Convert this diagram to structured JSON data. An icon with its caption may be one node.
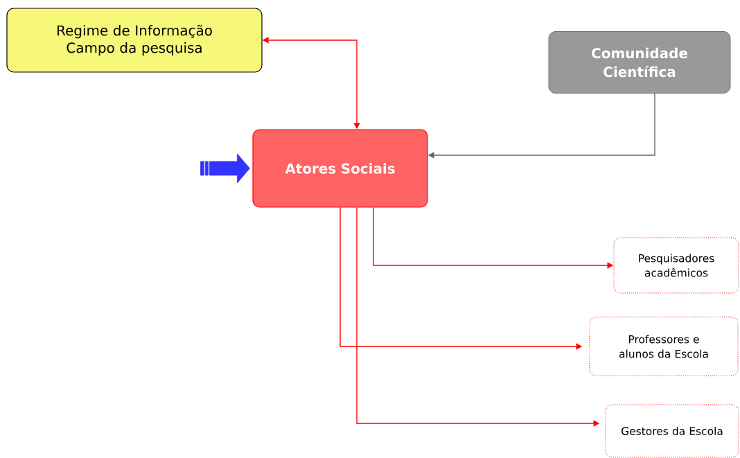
{
  "diagram": {
    "nodes": [
      {
        "text": [
          "Regime de Informação",
          "Campo da pesquisa"
        ]
      },
      {
        "text": [
          "Atores Sociais"
        ]
      },
      {
        "text": [
          "Comunidade Científica"
        ]
      },
      {
        "text": [
          "Pesquisadores acadêmicos"
        ]
      },
      {
        "text": [
          "Professores e alunos da Escola"
        ]
      },
      {
        "text": [
          "Gestores da Escola"
        ]
      }
    ],
    "edges": [
      {
        "from": null,
        "to": 1,
        "arrow": "to",
        "style": "thick",
        "color": "#3333ff"
      },
      {
        "from": 1,
        "to": 0,
        "arrow": "both"
      },
      {
        "from": 2,
        "to": 1,
        "arrow": "to",
        "color": "#666666"
      },
      {
        "from": 1,
        "to": 3,
        "arrow": "to"
      },
      {
        "from": 1,
        "to": 4,
        "arrow": "to"
      },
      {
        "from": 1,
        "to": 5,
        "arrow": "to"
      }
    ]
  }
}
